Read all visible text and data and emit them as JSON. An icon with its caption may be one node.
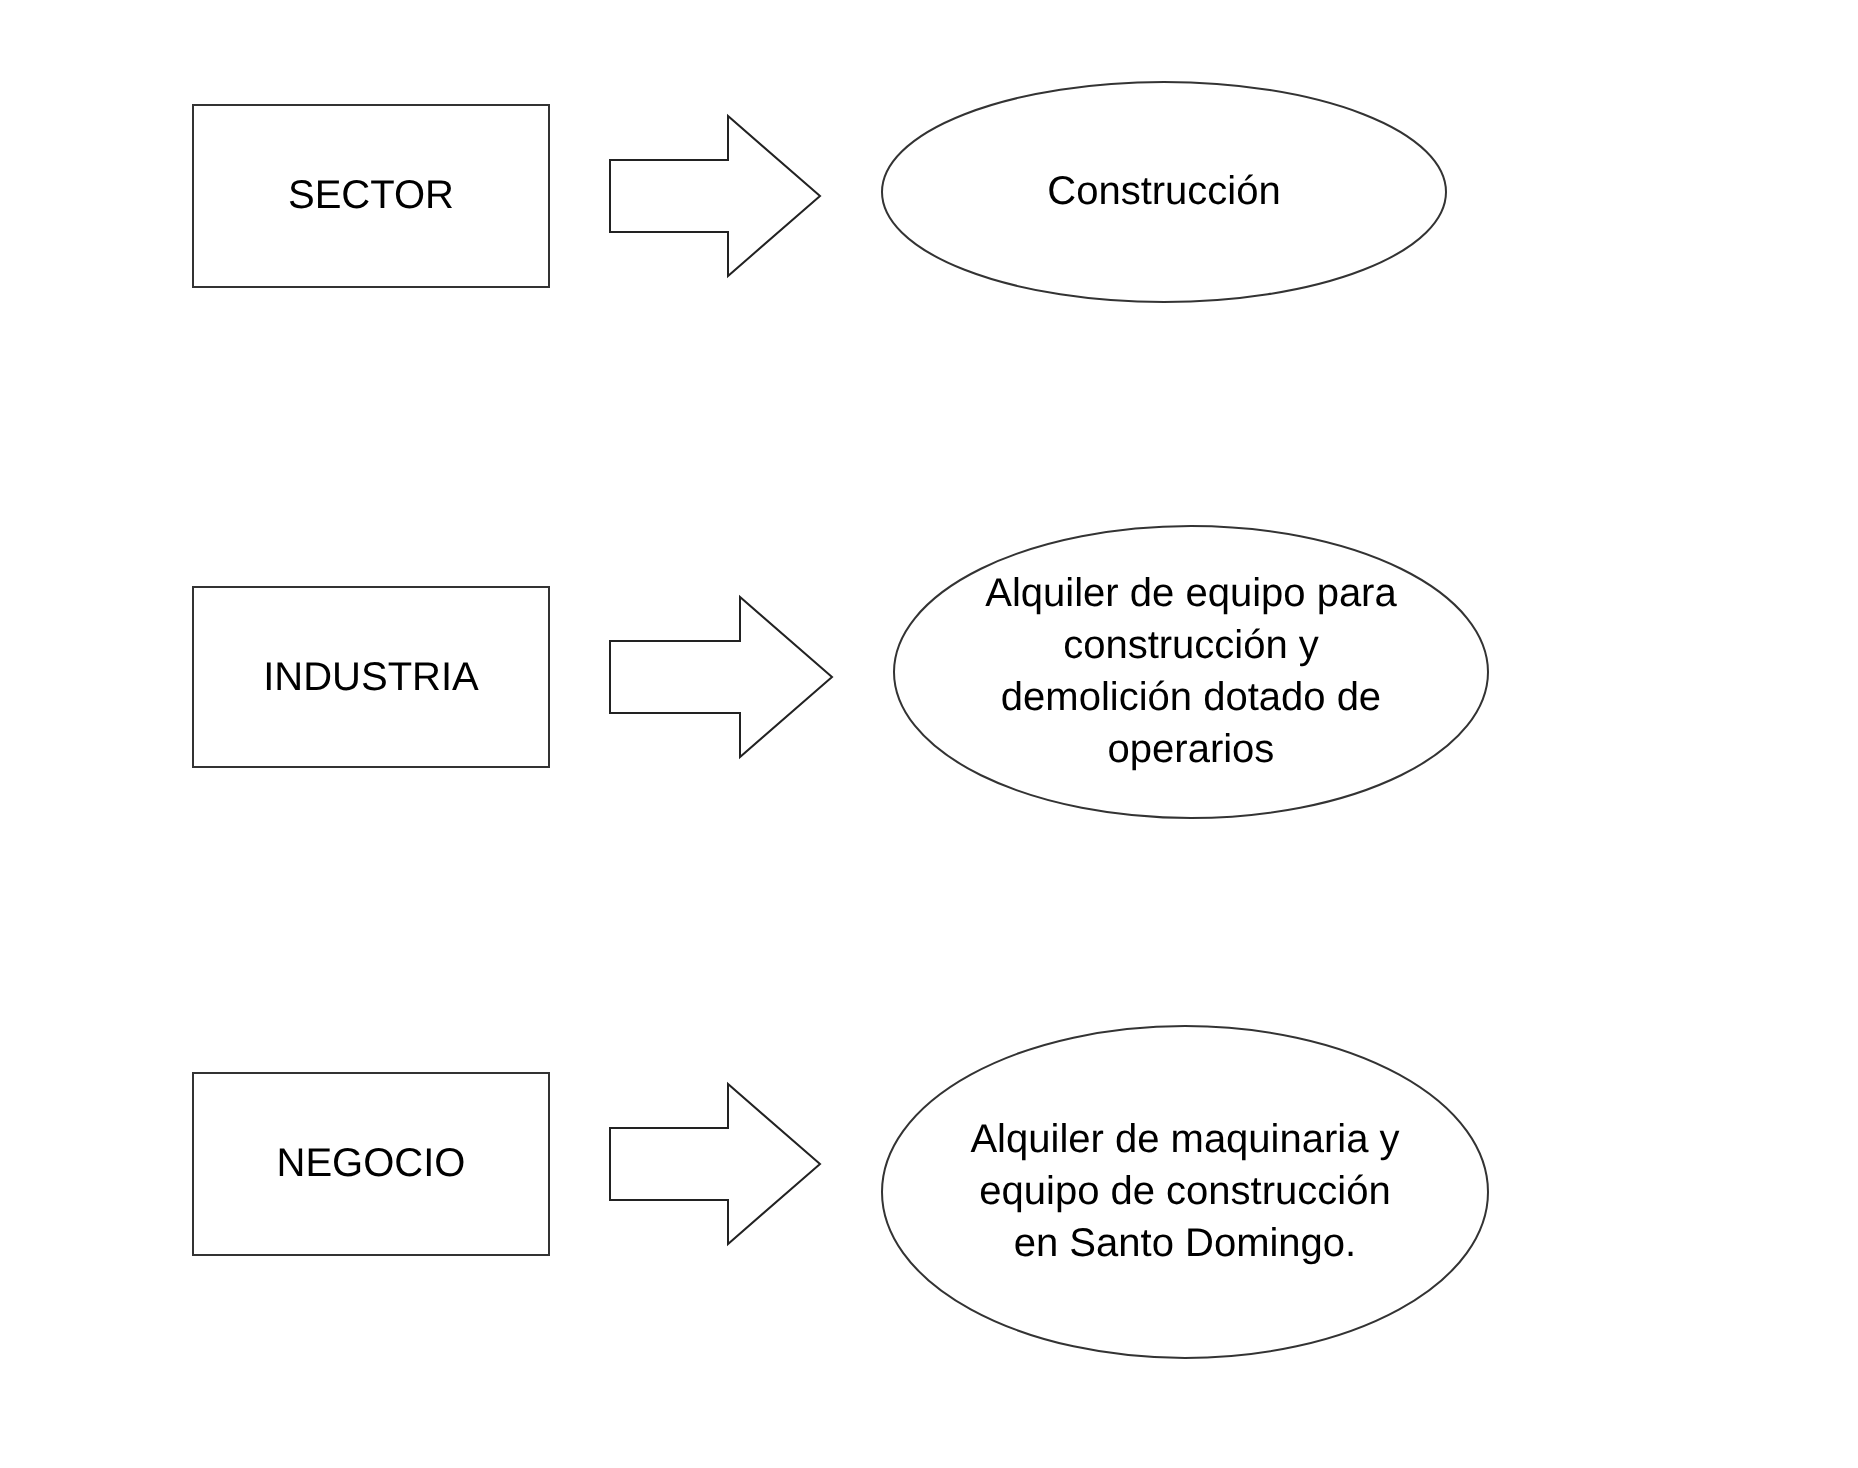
{
  "diagram": {
    "nodes": [
      {
        "text": [
          "SECTOR"
        ]
      },
      {
        "text": [
          "Construcción"
        ]
      },
      {
        "text": [
          "INDUSTRIA"
        ]
      },
      {
        "text": [
          "Alquiler de equipo para construcción y demolición dotado de operarios"
        ]
      },
      {
        "text": [
          "NEGOCIO"
        ]
      },
      {
        "text": [
          "Alquiler de maquinaria y equipo de construcción en Santo Domingo."
        ]
      }
    ],
    "edges": [
      {
        "from": 0,
        "to": 1,
        "arrow": "to"
      },
      {
        "from": 2,
        "to": 3,
        "arrow": "to"
      },
      {
        "from": 4,
        "to": 5,
        "arrow": "to"
      }
    ]
  }
}
